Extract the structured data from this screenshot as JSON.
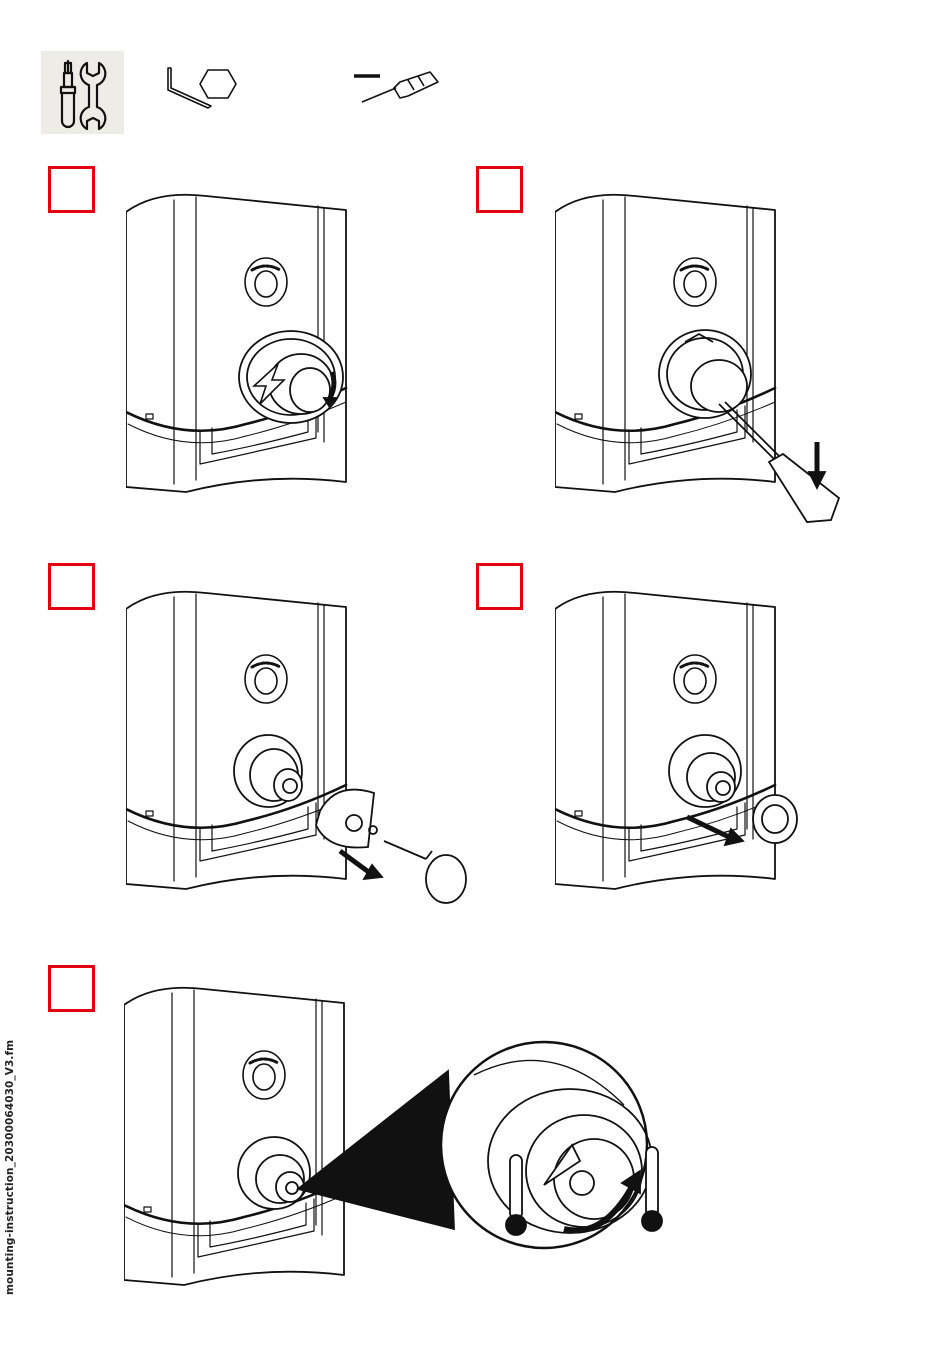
{
  "colors": {
    "step_border": "#e3000f",
    "line": "#111111",
    "tool_bg": "#eeece6"
  },
  "tools": {
    "icons": [
      "screwdriver-wrench-icon",
      "hex-key-icon",
      "flat-screwdriver-icon"
    ]
  },
  "steps": [
    {
      "icon": "knob-rotate-remove"
    },
    {
      "icon": "pry-cap-with-screwdriver"
    },
    {
      "icon": "unscrew-handle-hex-key"
    },
    {
      "icon": "remove-stop-ring"
    },
    {
      "icon": "set-temperature-limit-detail"
    }
  ],
  "footer": {
    "file_label": "mounting-instruction_20300064030_V3.fm"
  }
}
